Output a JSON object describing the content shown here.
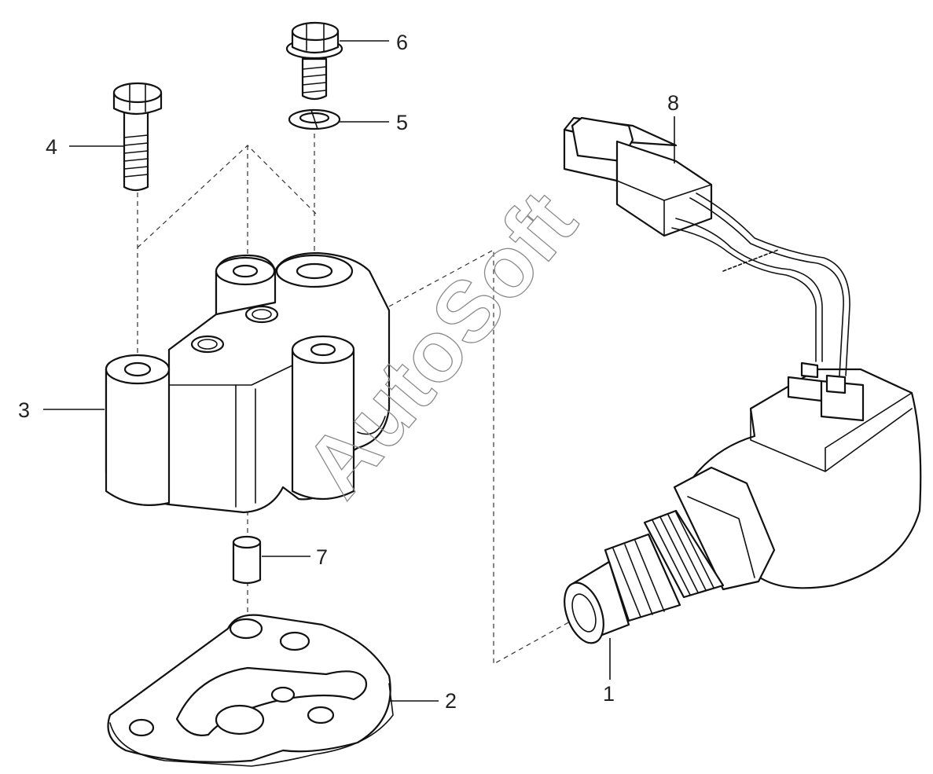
{
  "callouts": {
    "c1": "1",
    "c2": "2",
    "c3": "3",
    "c4": "4",
    "c5": "5",
    "c6": "6",
    "c7": "7",
    "c8": "8"
  },
  "watermark": "AutoSoft",
  "colors": {
    "line": "#111111",
    "watermark": "#8a8a8a",
    "background": "#ffffff"
  }
}
